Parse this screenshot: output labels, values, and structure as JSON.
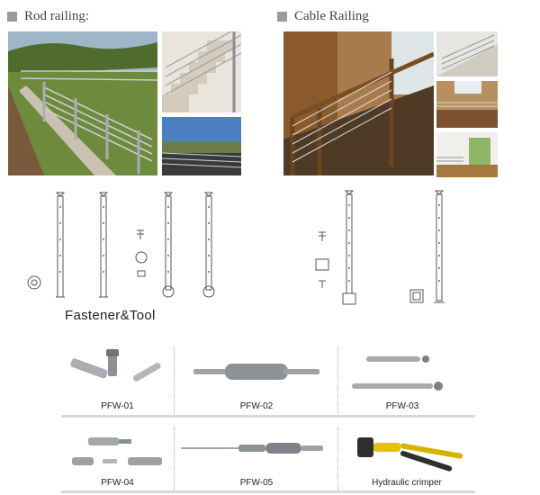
{
  "sections": {
    "rod": {
      "title": "Rod railing:"
    },
    "cable": {
      "title": "Cable Railing"
    },
    "fastener": {
      "title": "Fastener&Tool"
    }
  },
  "tools": [
    {
      "label": "PFW-01"
    },
    {
      "label": "PFW-02"
    },
    {
      "label": "PFW-03"
    },
    {
      "label": "PFW-04"
    },
    {
      "label": "PFW-05"
    },
    {
      "label": "Hydraulic crimper"
    }
  ],
  "colors": {
    "steel": "#b8bcc0",
    "wood": "#8a5a2b",
    "grass": "#6e8a3c",
    "crimper_handle": "#e5c100",
    "header_square": "#9a9a9a"
  }
}
